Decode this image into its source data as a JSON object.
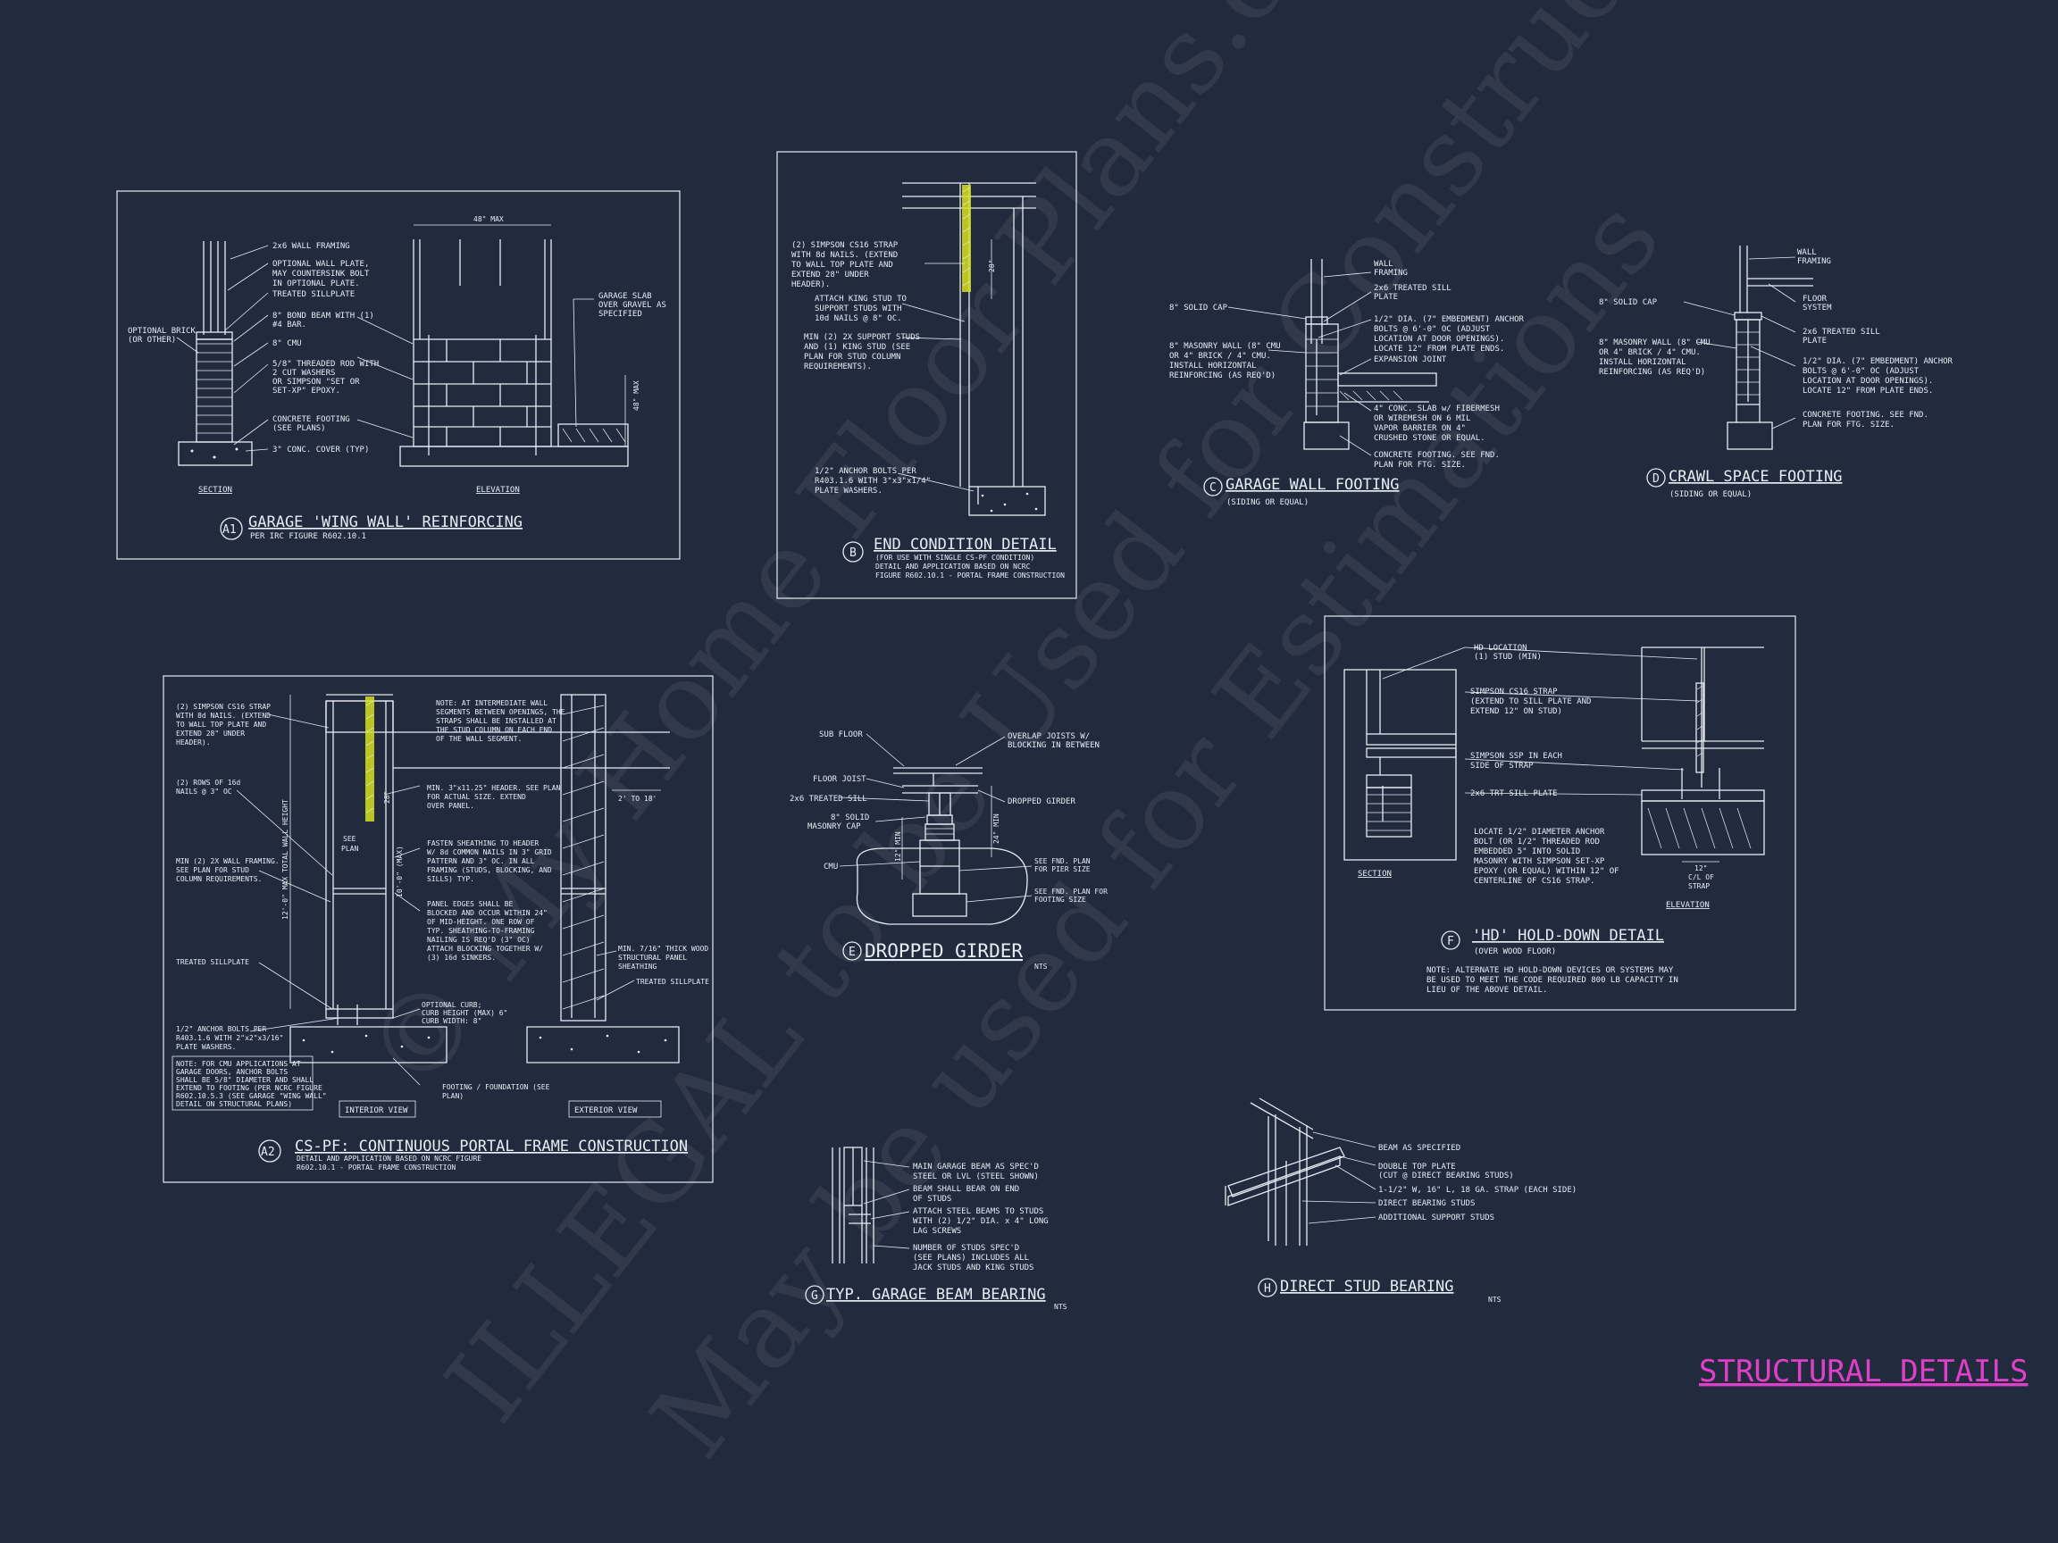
{
  "sheet_title": "STRUCTURAL DETAILS",
  "watermark": {
    "line1": "© My Home Floor Plans.com",
    "line2": "ILLEGAL to be Used for Construction",
    "line3": "May be used for Estimations"
  },
  "a1": {
    "marker": "A1",
    "title": "GARAGE 'WING WALL' REINFORCING",
    "subtitle": "PER IRC FIGURE R602.10.1",
    "section_label": "SECTION",
    "elevation_label": "ELEVATION",
    "dim_top": "48\" MAX",
    "dim_side": "48\" MAX",
    "notes": [
      "2x6 WALL FRAMING",
      "OPTIONAL WALL PLATE, MAY COUNTERSINK BOLT IN OPTIONAL PLATE.",
      "TREATED SILLPLATE",
      "8\" BOND BEAM WITH (1) #4 BAR.",
      "8\" CMU",
      "5/8\" THREADED ROD WITH 2 CUT WASHERS OR SIMPSON \"SET OR SET-XP\" EPOXY.",
      "CONCRETE FOOTING (SEE PLANS)",
      "3\" CONC. COVER (TYP)"
    ],
    "left_note": "OPTIONAL BRICK (OR OTHER)",
    "right_note": "GARAGE SLAB OVER GRAVEL AS SPECIFIED"
  },
  "b": {
    "marker": "B",
    "title": "END CONDITION DETAIL",
    "subtitle": "(FOR USE WITH SINGLE CS-PF CONDITION) DETAIL AND APPLICATION BASED ON NCRC FIGURE R602.10.1 - PORTAL FRAME CONSTRUCTION",
    "dim": "28\"",
    "notes": [
      "(2) SIMPSON CS16 STRAP WITH 8d NAILS. (EXTEND TO WALL TOP PLATE AND EXTEND 28\" UNDER HEADER).",
      "ATTACH KING STUD TO SUPPORT STUDS WITH 10d NAILS @ 8\" OC.",
      "MIN (2) 2X SUPPORT STUDS AND (1) KING STUD (SEE PLAN FOR STUD COLUMN REQUIREMENTS).",
      "1/2\" ANCHOR BOLTS PER R403.1.6 WITH 3\"x3\"x1/4\" PLATE WASHERS."
    ]
  },
  "c": {
    "marker": "C",
    "title": "GARAGE WALL FOOTING",
    "subtitle": "(SIDING OR EQUAL)",
    "notes": [
      "WALL FRAMING",
      "2x6 TREATED SILL PLATE",
      "1/2\" DIA. (7\" EMBEDMENT) ANCHOR BOLTS @ 6'-0\" OC (ADJUST LOCATION AT DOOR OPENINGS). LOCATE 12\" FROM PLATE ENDS.",
      "EXPANSION JOINT",
      "4\" CONC. SLAB w/ FIBERMESH OR WIREMESH ON 6 MIL VAPOR BARRIER ON 4\" CRUSHED STONE OR EQUAL.",
      "CONCRETE FOOTING. SEE FND. PLAN FOR FTG. SIZE."
    ],
    "left_notes": [
      "8\" SOLID CAP",
      "8\" MASONRY WALL (8\" CMU OR 4\" BRICK / 4\" CMU. INSTALL HORIZONTAL REINFORCING (AS REQ'D)"
    ]
  },
  "d": {
    "marker": "D",
    "title": "CRAWL SPACE FOOTING",
    "subtitle": "(SIDING OR EQUAL)",
    "notes": [
      "WALL FRAMING",
      "FLOOR SYSTEM",
      "2x6 TREATED SILL PLATE",
      "1/2\" DIA. (7\" EMBEDMENT) ANCHOR BOLTS @ 6'-0\" OC (ADJUST LOCATION AT DOOR OPENINGS). LOCATE 12\" FROM PLATE ENDS.",
      "CONCRETE FOOTING. SEE FND. PLAN FOR FTG. SIZE."
    ],
    "left_notes": [
      "8\" SOLID CAP",
      "8\" MASONRY WALL (8\" CMU OR 4\" BRICK / 4\" CMU. INSTALL HORIZONTAL REINFORCING (AS REQ'D)"
    ]
  },
  "a2": {
    "marker": "A2",
    "title": "CS-PF: CONTINUOUS PORTAL FRAME CONSTRUCTION",
    "subtitle": "DETAIL AND APPLICATION BASED ON NCRC FIGURE R602.10.1 - PORTAL FRAME CONSTRUCTION",
    "interior_view": "INTERIOR VIEW",
    "exterior_view": "EXTERIOR VIEW",
    "see_plan": "SEE PLAN",
    "dim_height": "12'-0\" MAX TOTAL WALL HEIGHT",
    "dim_header": "10'-0\" (MAX)",
    "dim_28": "28\"",
    "dim_range": "2' TO 18'",
    "left_notes": [
      "(2) SIMPSON CS16 STRAP WITH 8d NAILS. (EXTEND TO WALL TOP PLATE AND EXTEND 28\" UNDER HEADER).",
      "(2) ROWS OF 16d NAILS @ 3\" OC",
      "MIN (2) 2X WALL FRAMING. SEE PLAN FOR STUD COLUMN REQUIREMENTS.",
      "TREATED SILLPLATE",
      "1/2\" ANCHOR BOLTS PER R403.1.6 WITH 2\"x2\"x3/16\" PLATE WASHERS."
    ],
    "box_note": "NOTE: FOR CMU APPLICATIONS AT GARAGE DOORS, ANCHOR BOLTS SHALL BE 5/8\" DIAMETER AND SHALL EXTEND TO FOOTING (PER NCRC FIGURE R602.10.5.3 (SEE GARAGE \"WING WALL\" DETAIL ON STRUCTURAL PLANS)",
    "right_notes": [
      "NOTE: AT INTERMEDIATE WALL SEGMENTS BETWEEN OPENINGS, THE STRAPS SHALL BE INSTALLED AT THE STUD COLUMN ON EACH END OF THE WALL SEGMENT.",
      "MIN. 3\"x11.25\" HEADER. SEE PLAN FOR ACTUAL SIZE. EXTEND OVER PANEL.",
      "FASTEN SHEATHING TO HEADER W/ 8d COMMON NAILS IN 3\" GRID PATTERN AND 3\" OC. IN ALL FRAMING (STUDS, BLOCKING, AND SILLS) TYP.",
      "PANEL EDGES SHALL BE BLOCKED AND OCCUR WITHIN 24\" OF MID-HEIGHT. ONE ROW OF TYP. SHEATHING-TO-FRAMING NAILING IS REQ'D (3\" OC) ATTACH BLOCKING TOGETHER W/ (3) 16d SINKERS.",
      "OPTIONAL CURB; CURB HEIGHT (MAX) 6\" CURB WIDTH: 8\"",
      "FOOTING / FOUNDATION (SEE PLAN)"
    ],
    "ext_notes": [
      "MIN. 7/16\" THICK WOOD STRUCTURAL PANEL SHEATHING",
      "TREATED SILLPLATE"
    ]
  },
  "e": {
    "marker": "E",
    "title": "DROPPED GIRDER",
    "nts": "NTS",
    "dim_12": "12\" MIN",
    "dim_24": "24\" MIN",
    "left_notes": [
      "SUB FLOOR",
      "FLOOR JOIST",
      "2x6 TREATED SILL",
      "8\" SOLID MASONRY CAP",
      "CMU"
    ],
    "right_notes": [
      "OVERLAP JOISTS W/ BLOCKING IN BETWEEN",
      "DROPPED GIRDER",
      "SEE FND. PLAN FOR PIER SIZE",
      "SEE FND. PLAN FOR FOOTING SIZE"
    ]
  },
  "f": {
    "marker": "F",
    "title": "'HD' HOLD-DOWN DETAIL",
    "subtitle": "(OVER WOOD FLOOR)",
    "section_label": "SECTION",
    "elevation_label": "ELEVATION",
    "strap_label": "12\" C/L OF STRAP",
    "notes": [
      "HD LOCATION (1) STUD (MIN)",
      "SIMPSON CS16 STRAP (EXTEND TO SILL PLATE AND EXTEND 12\" ON STUD)",
      "SIMPSON SSP IN EACH SIDE OF STRAP",
      "2x6 TRT SILL PLATE",
      "LOCATE 1/2\" DIAMETER ANCHOR BOLT (OR 1/2\" THREADED ROD EMBEDDED 5\" INTO SOLID MASONRY WITH SIMPSON SET-XP EPOXY (OR EQUAL) WITHIN 12\" OF CENTERLINE OF CS16 STRAP."
    ],
    "bottom_note": "NOTE: ALTERNATE HD HOLD-DOWN DEVICES OR SYSTEMS MAY BE USED TO MEET THE CODE REQUIRED 800 LB CAPACITY IN LIEU OF THE ABOVE DETAIL."
  },
  "g": {
    "marker": "G",
    "title": "TYP. GARAGE BEAM BEARING",
    "nts": "NTS",
    "notes": [
      "MAIN GARAGE BEAM AS SPEC'D STEEL OR LVL (STEEL SHOWN)",
      "BEAM SHALL BEAR ON END OF STUDS",
      "ATTACH STEEL BEAMS TO STUDS WITH (2) 1/2\" DIA. x 4\" LONG LAG SCREWS",
      "NUMBER OF STUDS SPEC'D (SEE PLANS) INCLUDES ALL JACK STUDS AND KING STUDS"
    ]
  },
  "h": {
    "marker": "H",
    "title": "DIRECT STUD BEARING",
    "nts": "NTS",
    "notes": [
      "BEAM AS SPECIFIED",
      "DOUBLE TOP PLATE (CUT @ DIRECT BEARING STUDS)",
      "1-1/2\" W, 16\" L, 18 GA. STRAP (EACH SIDE)",
      "DIRECT BEARING STUDS",
      "ADDITIONAL SUPPORT STUDS"
    ]
  }
}
